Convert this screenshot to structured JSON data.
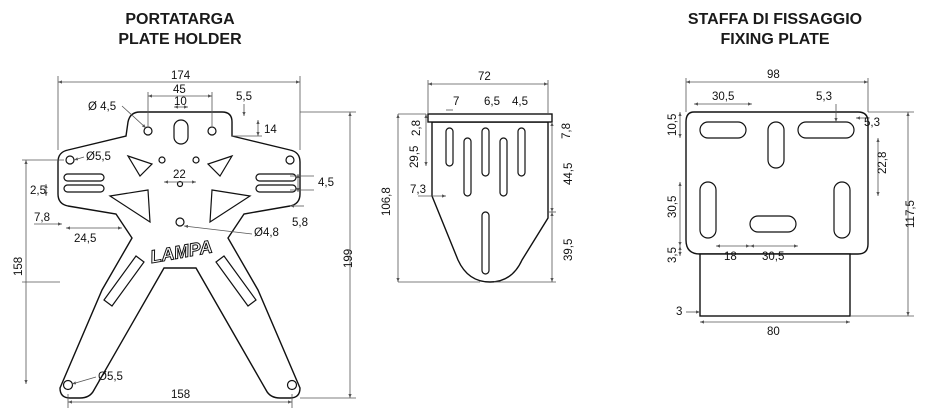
{
  "titles": {
    "left_line1": "PORTATARGA",
    "left_line2": "PLATE HOLDER",
    "right_line1": "STAFFA DI FISSAGGIO",
    "right_line2": "FIXING PLATE"
  },
  "logo_text": "LAMPA",
  "plate_holder_dims": {
    "w174": "174",
    "w45": "45",
    "w10": "10",
    "d45": "Ø 4,5",
    "w55": "5,5",
    "h14": "14",
    "d55a": "Ø5,5",
    "w22": "22",
    "h25": "2,5",
    "w78": "7,8",
    "w245": "24,5",
    "h45": "4,5",
    "w58": "5,8",
    "d48": "Ø4,8",
    "h158": "158",
    "h199": "199",
    "d55b": "Ø5,5",
    "w158": "158"
  },
  "side_view_dims": {
    "w72": "72",
    "w7": "7",
    "w65": "6,5",
    "w45": "4,5",
    "h28": "2,8",
    "h295": "29,5",
    "h78": "7,8",
    "h445": "44,5",
    "w73": "7,3",
    "h1068": "106,8",
    "h395": "39,5"
  },
  "fixing_plate_dims": {
    "w98": "98",
    "w305a": "30,5",
    "w53a": "5,3",
    "h53b": "5,3",
    "h105": "10,5",
    "h228": "22,8",
    "h305": "30,5",
    "h1175": "117,5",
    "h35": "3,5",
    "w18": "18",
    "w305b": "30,5",
    "w3": "3",
    "w80": "80"
  }
}
